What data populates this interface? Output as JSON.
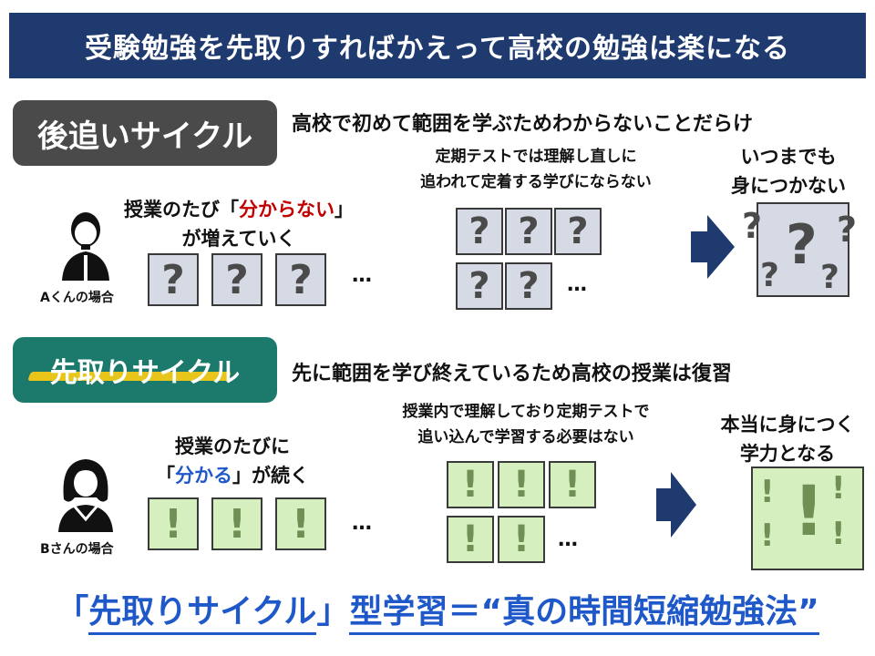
{
  "title": "受験勉強を先取りすればかえって高校の勉強は楽になる",
  "cycle_a": {
    "label": "後追いサイクル",
    "heading": "高校で初めて範囲を学ぶためわからないことだらけ",
    "person_caption": "Aくんの場合",
    "class_text_1": "授業のたび「",
    "class_text_highlight": "分からない",
    "class_text_2": "」",
    "class_text_3": "が増えていく",
    "test_note_1": "定期テストでは理解し直しに",
    "test_note_2": "追われて定着する学びにならない",
    "result_1": "いつまでも",
    "result_2": "身につかない",
    "mark": "?",
    "dots": "…"
  },
  "cycle_b": {
    "label": "先取りサイクル",
    "heading": "先に範囲を学び終えているため高校の授業は復習",
    "person_caption": "Bさんの場合",
    "class_text_1": "授業のたびに",
    "class_text_2": "「",
    "class_text_highlight": "分かる",
    "class_text_3": "」が続く",
    "test_note_1": "授業内で理解しており定期テストで",
    "test_note_2": "追い込んで学習する必要はない",
    "result_1": "本当に身につく",
    "result_2": "学力となる",
    "mark": "!",
    "dots": "…"
  },
  "bottom": {
    "open": "「",
    "highlight": "先取りサイクル",
    "close": "」",
    "rest": "型学習＝“真の時間短縮勉強法”"
  },
  "colors": {
    "navy": "#1f3a6e",
    "teal": "#1b7a6b",
    "gray": "#4a4a4a",
    "red": "#c00000",
    "blue": "#1f58c9",
    "question_box": "#d6dae5",
    "exclaim_box": "#d6efbe",
    "highlight_yellow": "#e8c51a"
  }
}
